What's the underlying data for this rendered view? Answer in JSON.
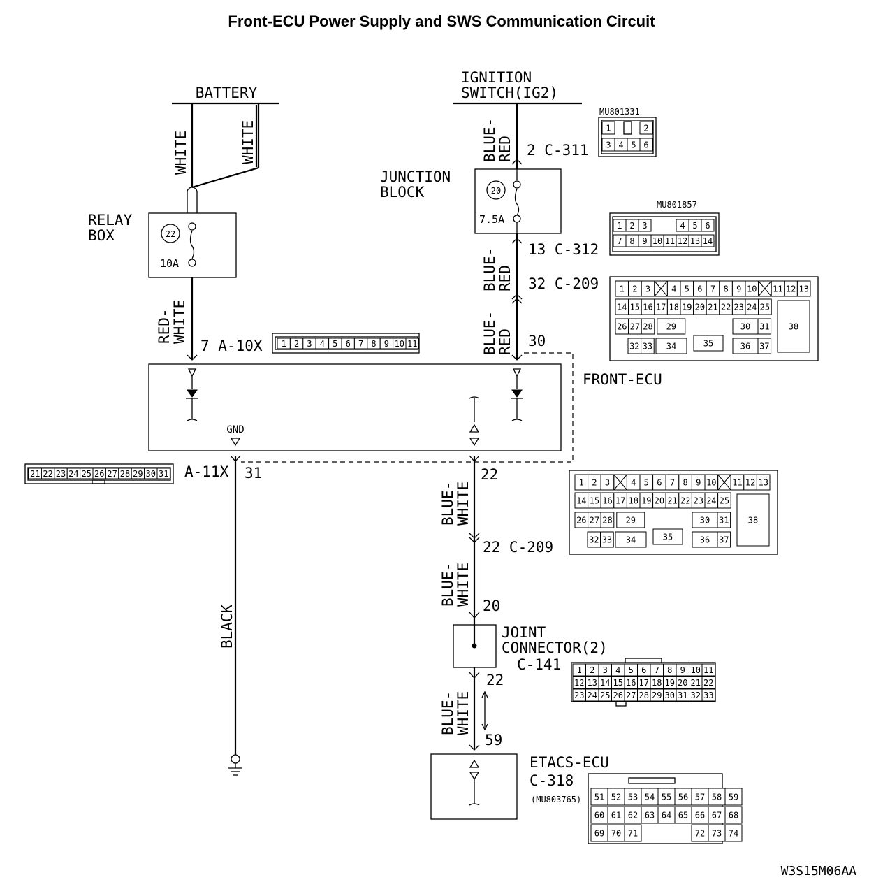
{
  "title": "Front-ECU Power Supply and SWS Communication Circuit",
  "sources": {
    "battery": "BATTERY",
    "ignition_line1": "IGNITION",
    "ignition_line2": "SWITCH(IG2)"
  },
  "relay_box": {
    "line1": "RELAY",
    "line2": "BOX",
    "fuse_no": "22",
    "rating": "10A"
  },
  "junction_block": {
    "line1": "JUNCTION",
    "line2": "BLOCK",
    "fuse_no": "20",
    "rating": "7.5A"
  },
  "wire_colors": {
    "white_a": "WHITE",
    "white_b": "WHITE",
    "red_white_1": "RED-",
    "red_white_2": "WHITE",
    "blue_red_top_1": "BLUE-",
    "blue_red_top_2": "RED",
    "blue_red_mid_1": "BLUE-",
    "blue_red_mid_2": "RED",
    "blue_red_low_1": "BLUE-",
    "blue_red_low_2": "RED",
    "black": "BLACK",
    "bw1_1": "BLUE-",
    "bw1_2": "WHITE",
    "bw2_1": "BLUE-",
    "bw2_2": "WHITE",
    "bw3_1": "BLUE-",
    "bw3_2": "WHITE"
  },
  "pins": {
    "c311": "2 C-311",
    "c312": "13 C-312",
    "c209_top": "32 C-209",
    "front30": "30",
    "a10x": "7 A-10X",
    "a11x": "A-11X",
    "p31": "31",
    "p22": "22",
    "c209_bot": "22 C-209",
    "p20": "20",
    "p22b": "22",
    "p59": "59"
  },
  "components": {
    "front_ecu": "FRONT-ECU",
    "gnd": "GND",
    "joint_line1": "JOINT",
    "joint_line2": "CONNECTOR(2)",
    "joint_id": "C-141",
    "etacs": "ETACS-ECU",
    "etacs_id": "C-318",
    "etacs_part": "(MU803765)"
  },
  "connector_parts": {
    "c311_part": "MU801331",
    "c312_part": "MU801857"
  },
  "connectors": {
    "c311_top": [
      "1",
      "2"
    ],
    "c311_bottom": [
      "3",
      "4",
      "5",
      "6"
    ],
    "c312_top": [
      "1",
      "2",
      "3",
      "4",
      "5",
      "6"
    ],
    "c312_bottom": [
      "7",
      "8",
      "9",
      "10",
      "11",
      "12",
      "13",
      "14"
    ],
    "a10x": [
      "1",
      "2",
      "3",
      "4",
      "5",
      "6",
      "7",
      "8",
      "9",
      "10",
      "11"
    ],
    "a11x": [
      "21",
      "22",
      "23",
      "24",
      "25",
      "26",
      "27",
      "28",
      "29",
      "30",
      "31"
    ],
    "c209_r1": [
      "1",
      "2",
      "3",
      "4",
      "5",
      "6",
      "7",
      "8",
      "9",
      "10",
      "11",
      "12",
      "13"
    ],
    "c209_r2": [
      "14",
      "15",
      "16",
      "17",
      "18",
      "19",
      "20",
      "21",
      "22",
      "23",
      "24",
      "25"
    ],
    "c209_r3": [
      "26",
      "27",
      "28",
      "29",
      "30",
      "31"
    ],
    "c209_r4": [
      "32",
      "33",
      "34",
      "35",
      "36",
      "37"
    ],
    "c209_big": "38",
    "c141_r1": [
      "1",
      "2",
      "3",
      "4",
      "5",
      "6",
      "7",
      "8",
      "9",
      "10",
      "11"
    ],
    "c141_r2": [
      "12",
      "13",
      "14",
      "15",
      "16",
      "17",
      "18",
      "19",
      "20",
      "21",
      "22"
    ],
    "c141_r3": [
      "23",
      "24",
      "25",
      "26",
      "27",
      "28",
      "29",
      "30",
      "31",
      "32",
      "33"
    ],
    "c318_r1": [
      "51",
      "52",
      "53",
      "54",
      "55",
      "56",
      "57",
      "58",
      "59"
    ],
    "c318_r2": [
      "60",
      "61",
      "62",
      "63",
      "64",
      "65",
      "66",
      "67",
      "68"
    ],
    "c318_r3": [
      "69",
      "70",
      "71",
      "72",
      "73",
      "74"
    ]
  },
  "figure_code": "W3S15M06AA"
}
